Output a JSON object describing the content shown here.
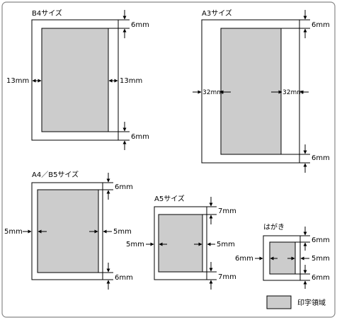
{
  "colors": {
    "print_area": "#cccccc",
    "line": "#000000",
    "frame": "#888888"
  },
  "b4": {
    "title": "B4サイズ",
    "top": "6mm",
    "bottom": "6mm",
    "left": "13mm",
    "right": "13mm"
  },
  "a3": {
    "title": "A3サイズ",
    "top": "6mm",
    "bottom": "6mm",
    "left": "32mm",
    "right": "32mm"
  },
  "a4b5": {
    "title": "A4／B5サイズ",
    "top": "6mm",
    "bottom": "6mm",
    "left": "5mm",
    "right": "5mm"
  },
  "a5": {
    "title": "A5サイズ",
    "top": "7mm",
    "bottom": "7mm",
    "left": "5mm",
    "right": "5mm"
  },
  "postcard": {
    "title": "はがき",
    "top": "6mm",
    "bottom": "6mm",
    "left": "6mm",
    "right": "5mm"
  },
  "legend": {
    "label": "印字領域"
  }
}
